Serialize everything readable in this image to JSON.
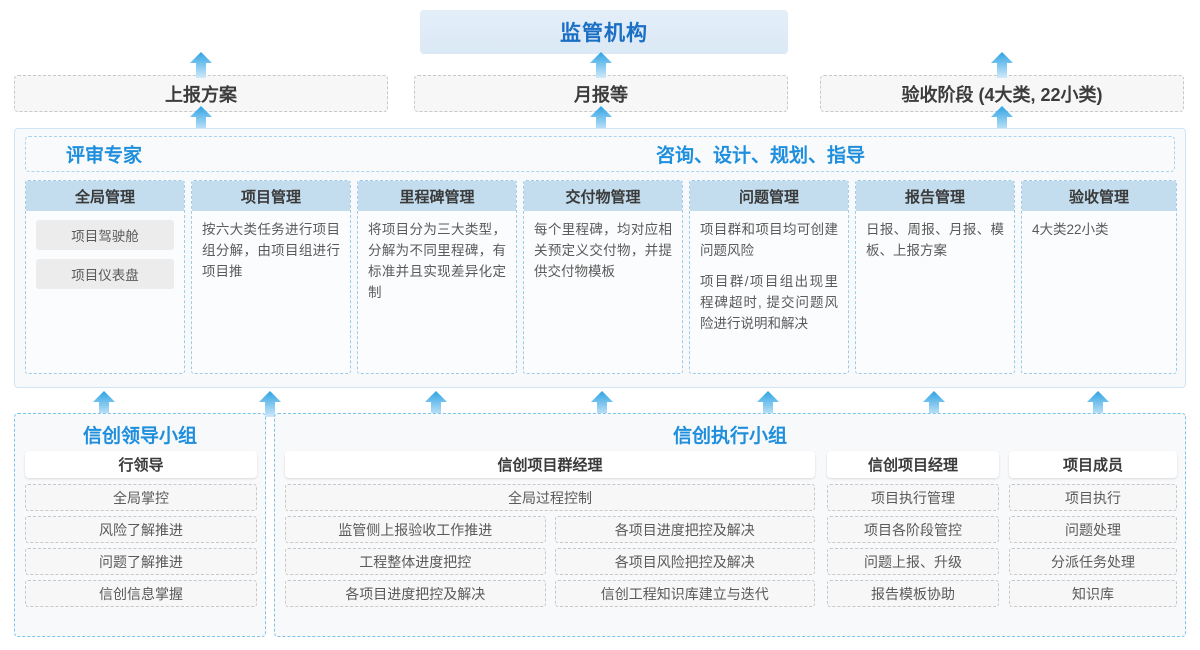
{
  "top": {
    "regulator": "监管机构",
    "boxes": [
      {
        "label": "上报方案"
      },
      {
        "label": "月报等"
      },
      {
        "label": "验收阶段 (4大类, 22小类)"
      }
    ]
  },
  "middle": {
    "banner": {
      "left_label": "评审专家",
      "right_label": "咨询、设计、规划、指导"
    },
    "columns": [
      {
        "title": "全局管理",
        "pills": [
          "项目驾驶舱",
          "项目仪表盘"
        ],
        "paras": []
      },
      {
        "title": "项目管理",
        "pills": [],
        "paras": [
          "按六大类任务进行项目组分解，由项目组进行项目推"
        ]
      },
      {
        "title": "里程碑管理",
        "pills": [],
        "paras": [
          "将项目分为三大类型，分解为不同里程碑，有标准并且实现差异化定制"
        ]
      },
      {
        "title": "交付物管理",
        "pills": [],
        "paras": [
          "每个里程碑，均对应相关预定义交付物，并提供交付物模板"
        ]
      },
      {
        "title": "问题管理",
        "pills": [],
        "paras": [
          "项目群和项目均可创建问题风险",
          "项目群/项目组出现里程碑超时, 提交问题风险进行说明和解决"
        ]
      },
      {
        "title": "报告管理",
        "pills": [],
        "paras": [
          "日报、周报、月报、模板、上报方案"
        ]
      },
      {
        "title": "验收管理",
        "pills": [],
        "paras": [
          "4大类22小类"
        ]
      }
    ]
  },
  "bottom": {
    "left_group": {
      "title": "信创领导小组",
      "head": "行领导",
      "items": [
        "全局掌控",
        "风险了解推进",
        "问题了解推进",
        "信创信息掌握"
      ]
    },
    "right_group": {
      "title": "信创执行小组",
      "program_manager": {
        "head": "信创项目群经理",
        "full_width_item": "全局过程控制",
        "col_left": [
          "监管侧上报验收工作推进",
          "工程整体进度把控",
          "各项目进度把控及解决"
        ],
        "col_right": [
          "各项目进度把控及解决",
          "各项目风险把控及解决",
          "信创工程知识库建立与迭代"
        ]
      },
      "project_manager": {
        "head": "信创项目经理",
        "items": [
          "项目执行管理",
          "项目各阶段管控",
          "问题上报、升级",
          "报告模板协助"
        ]
      },
      "project_member": {
        "head": "项目成员",
        "items": [
          "项目执行",
          "问题处理",
          "分派任务处理",
          "知识库"
        ]
      }
    }
  },
  "colors": {
    "accent_blue": "#1f8fdd",
    "header_blue": "#c3ddee",
    "regulator_bg": "#e3eef8",
    "arrow": "#3ba9e6"
  }
}
